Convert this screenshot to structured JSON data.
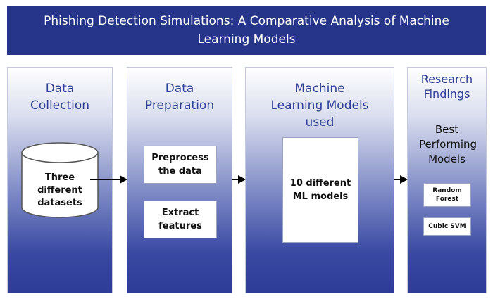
{
  "title": "Phishing Detection Simulations: A Comparative Analysis of Machine Learning Models",
  "columns": {
    "collection": {
      "title": "Data Collection",
      "item": "Three different datasets"
    },
    "preparation": {
      "title": "Data Preparation",
      "items": [
        "Preprocess the data",
        "Extract features"
      ]
    },
    "models": {
      "title": "Machine Learning Models used",
      "item": "10 different ML models"
    },
    "findings": {
      "title": "Research Findings",
      "subtitle": "Best Performing Models",
      "items": [
        "Random Forest",
        "Cubic SVM"
      ]
    }
  },
  "colors": {
    "banner": "#26358a",
    "column_title": "#2f3f95",
    "arrow": "#000000"
  }
}
